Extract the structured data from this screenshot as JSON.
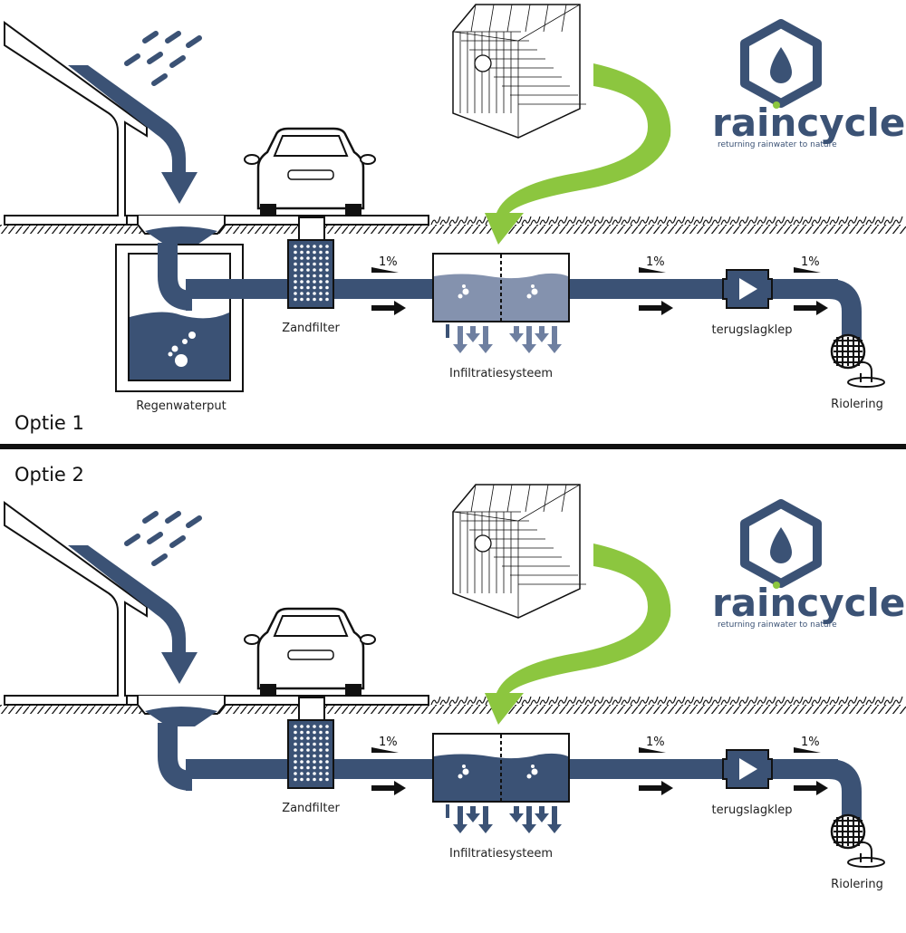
{
  "colors": {
    "water": "#3b5275",
    "water_light": "#6e7fa0",
    "green_arrow": "#8cc63f",
    "logo_dot": "#8cc63f",
    "line": "#111111"
  },
  "brand": {
    "name_part1": "rai",
    "name_part2": "ncycle",
    "tagline_part1": "returning rainwater",
    "tagline_part2": "to nature"
  },
  "options": [
    {
      "title": "Optie 1",
      "labels": {
        "rainwater_tank": "Regenwaterput",
        "sand_filter": "Zandfilter",
        "infiltration": "Infiltratiesysteem",
        "check_valve": "terugslagklep",
        "sewer": "Riolering"
      },
      "slopes": [
        "1%",
        "1%",
        "1%"
      ],
      "infiltration_style": "semi-transparent",
      "has_rainwater_tank": true
    },
    {
      "title": "Optie 2",
      "labels": {
        "sand_filter": "Zandfilter",
        "infiltration": "Infiltratiesysteem",
        "check_valve": "terugslagklep",
        "sewer": "Riolering"
      },
      "slopes": [
        "1%",
        "1%",
        "1%"
      ],
      "infiltration_style": "solid",
      "has_rainwater_tank": false
    }
  ]
}
